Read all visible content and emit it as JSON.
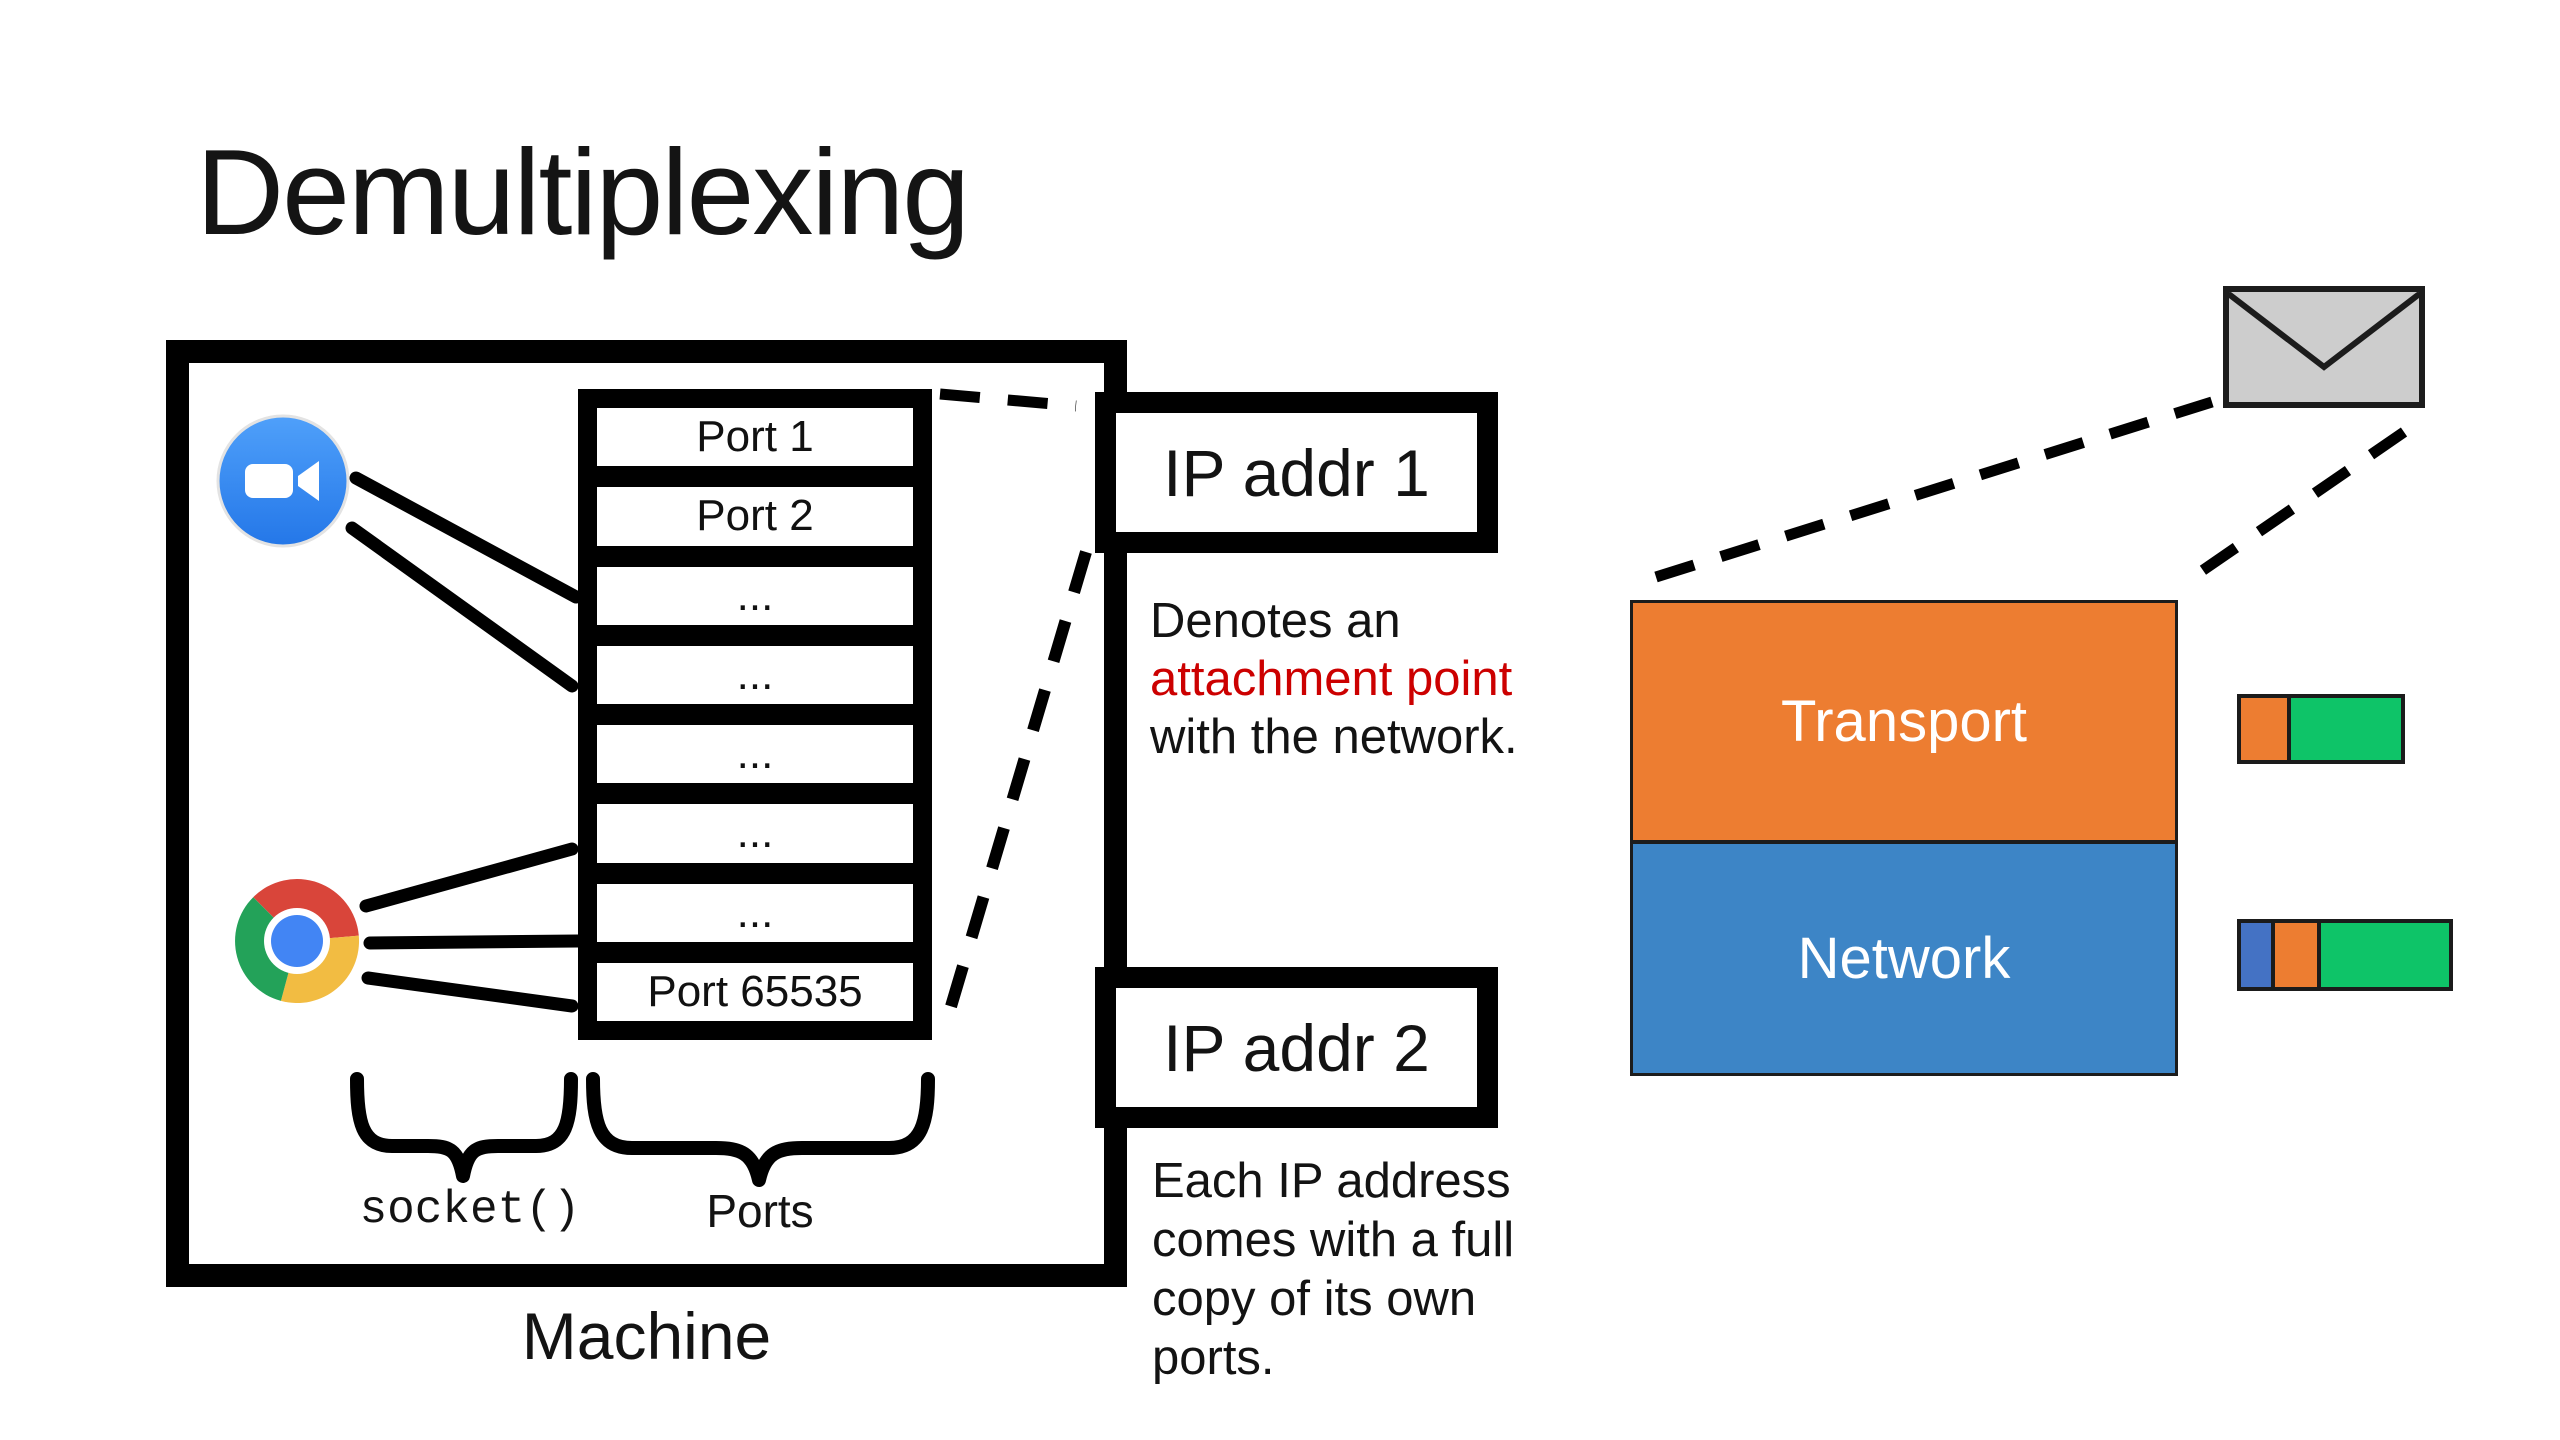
{
  "title": "Demultiplexing",
  "machine": {
    "label": "Machine",
    "ports": [
      "Port 1",
      "Port 2",
      "...",
      "...",
      "...",
      "...",
      "...",
      "Port 65535"
    ],
    "socket_label": "socket()",
    "ports_label": "Ports"
  },
  "ip_boxes": {
    "ip1_label": "IP addr 1",
    "ip2_label": "IP addr 2"
  },
  "notes": {
    "ip1_line1": "Denotes an",
    "ip1_line2": "attachment point",
    "ip1_line3": "with the network.",
    "ip2_line1": "Each IP address",
    "ip2_line2": "comes with a full",
    "ip2_line3": "copy of its own",
    "ip2_line4": "ports.",
    "highlight_color": "#CC0000"
  },
  "stack": {
    "transport_label": "Transport",
    "network_label": "Network",
    "transport_color": "#ED7D31",
    "network_color": "#3D85C6"
  },
  "packets": {
    "tcp_header_color": "#ED7D31",
    "payload_color": "#0EC468",
    "ip_header_color": "#4472C4"
  },
  "envelope": {
    "fill": "#CDCDCD"
  },
  "icons": {
    "zoom_app": "zoom-video-app-icon",
    "zoom_blue": "#2D8CFF",
    "chrome_app": "chrome-browser-app-icon",
    "chrome_red": "#D9453A",
    "chrome_green": "#23A259",
    "chrome_yellow": "#F2BC42",
    "chrome_blue": "#4285F4",
    "envelope": "envelope-packet-icon"
  }
}
